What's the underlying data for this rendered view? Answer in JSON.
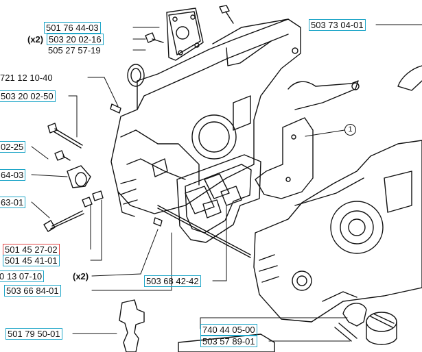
{
  "labels": {
    "l1": "501 76 44-03",
    "l2q": "(x2)",
    "l2": "503 20 02-16",
    "l3": "505 27 57-19",
    "l4": "503 73 04-01",
    "l5": "721 12 10-40",
    "l6": "503 20 02-50",
    "l7": "02-25",
    "l8": "64-03",
    "l9": "63-01",
    "l10": "501 45 27-02",
    "l11": "501 45 41-01",
    "l12": "0 13 07-10",
    "l12q": "(x2)",
    "l13": "503 66 84-01",
    "l14": "503 68 42-42",
    "l15": "501 79 50-01",
    "l16": "740 44 05-00",
    "l17": "503 57 89-01"
  },
  "callout": "1"
}
